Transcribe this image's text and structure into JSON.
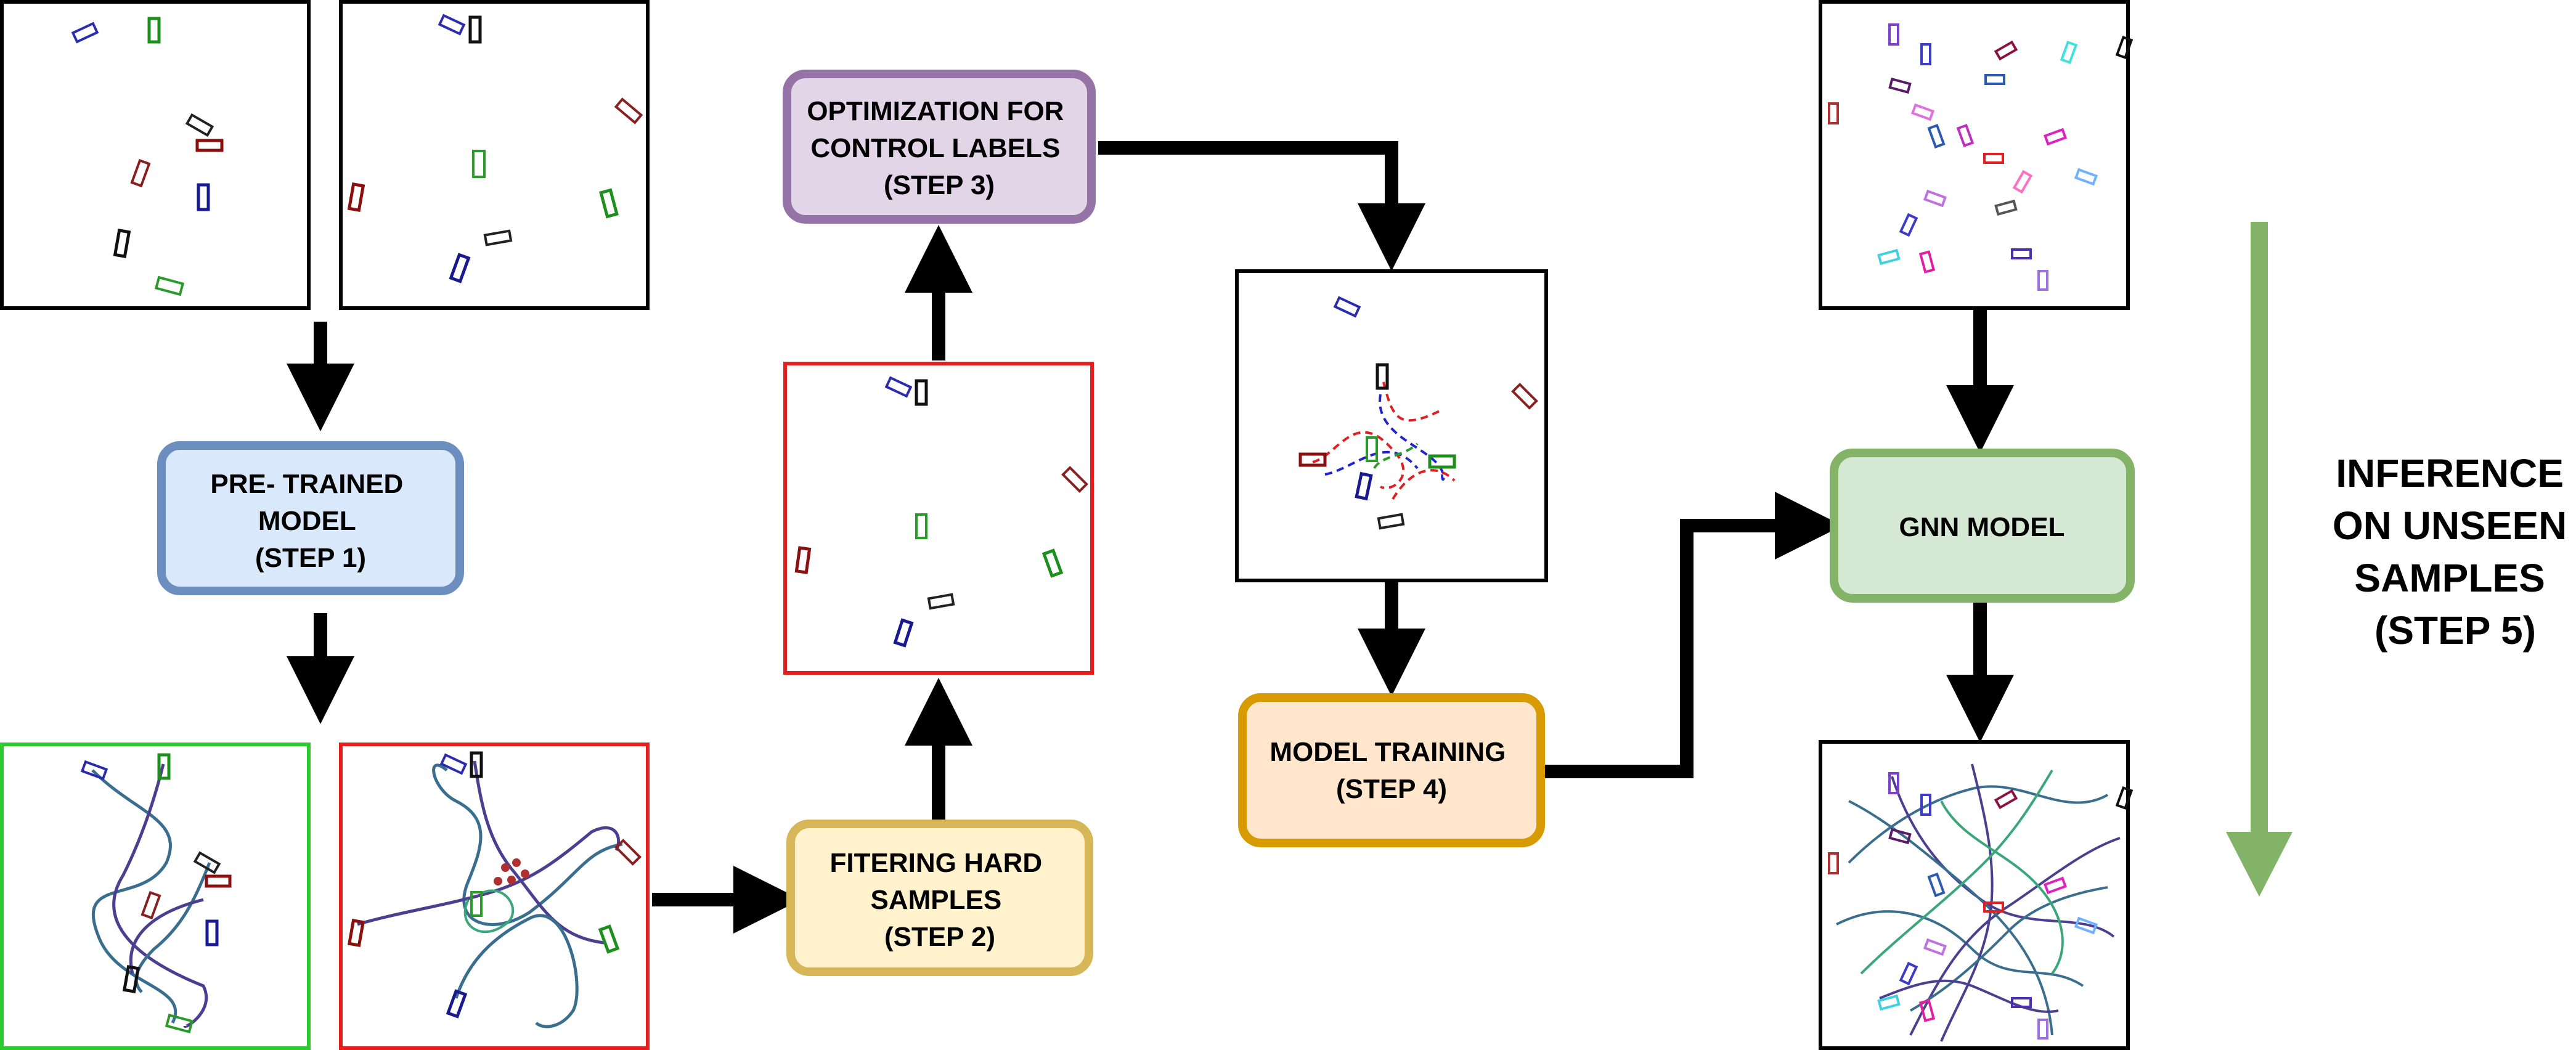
{
  "steps": {
    "step1": {
      "lines": [
        "PRE- TRAINED",
        "MODEL",
        "(STEP 1)"
      ],
      "fill": "#dae8fc",
      "stroke": "#6c8ebf"
    },
    "step2": {
      "lines": [
        "FITERING HARD",
        "SAMPLES",
        "(STEP 2)"
      ],
      "fill": "#fff2cc",
      "stroke": "#d6b656"
    },
    "step3": {
      "lines": [
        "OPTIMIZATION FOR",
        "CONTROL LABELS",
        "(STEP 3)"
      ],
      "fill": "#e1d5e7",
      "stroke": "#9673a6"
    },
    "step4": {
      "lines": [
        "MODEL TRAINING",
        "(STEP 4)"
      ],
      "fill": "#ffe6cc",
      "stroke": "#d79b00"
    },
    "gnn": {
      "lines": [
        "GNN MODEL"
      ],
      "fill": "#d5e8d4",
      "stroke": "#82b366"
    }
  },
  "inference": {
    "lines": [
      "INFERENCE",
      "ON UNSEEN",
      "SAMPLES",
      "(STEP 5)"
    ],
    "arrow_color": "#82b366"
  },
  "colors": {
    "arrow": "#000000",
    "panel_border": "#000000",
    "hard_border": "#e51e1e",
    "easy_border": "#2ec92e",
    "trajectory": "#3a6e8e",
    "trajectory_alt": "#4b3f8f",
    "dashed_red": "#e02020",
    "dashed_blue": "#2424cc"
  }
}
